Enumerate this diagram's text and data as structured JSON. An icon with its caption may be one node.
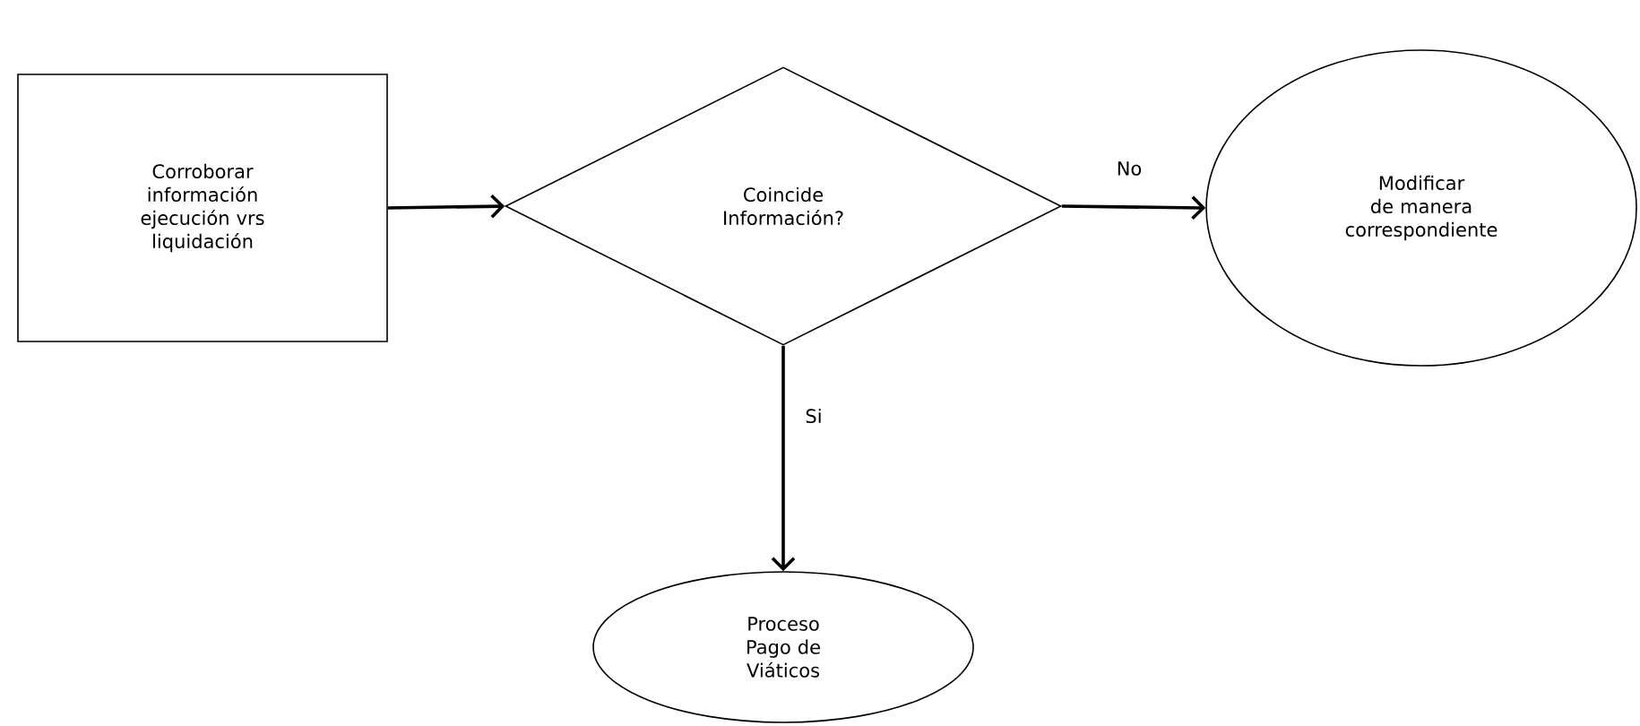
{
  "diagram": {
    "nodes": [
      {
        "text": [
          "Corroborar información ejecución vrs liquidación"
        ]
      },
      {
        "text": [
          "Coincide Información?"
        ]
      },
      {
        "text": [
          "Modificar de manera correspondiente"
        ]
      },
      {
        "text": [
          "Proceso Pago de Viáticos"
        ]
      }
    ],
    "edges": [
      {
        "from": 0,
        "to": 1,
        "arrow": "to"
      },
      {
        "from": 1,
        "to": 2,
        "arrow": "to",
        "label": "No"
      },
      {
        "from": 1,
        "to": 3,
        "arrow": "to",
        "label": "Si"
      }
    ]
  }
}
